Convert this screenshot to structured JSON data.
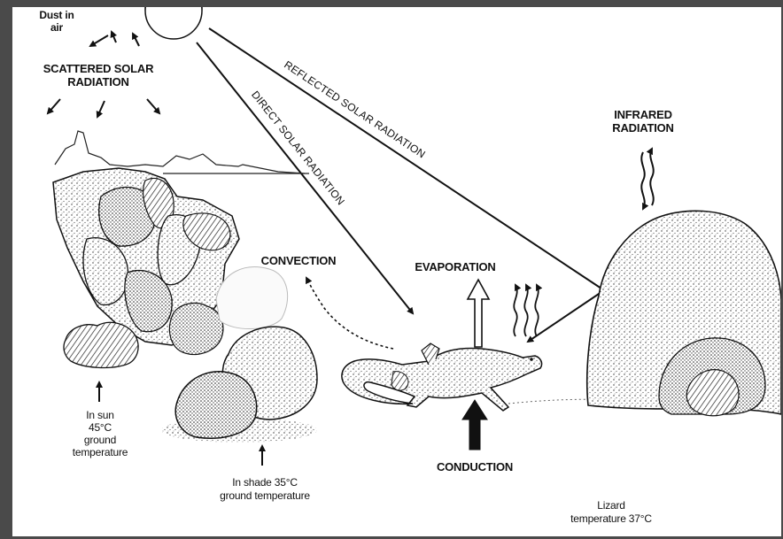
{
  "labels": {
    "dust": "Dust in air",
    "scattered": "SCATTERED SOLAR RADIATION",
    "reflected": "REFLECTED SOLAR RADIATION",
    "direct": "DIRECT SOLAR RADIATION",
    "infrared": "INFRARED RADIATION",
    "convection": "CONVECTION",
    "evaporation": "EVAPORATION",
    "conduction": "CONDUCTION",
    "sun_ground": "In sun 45°C ground temperature",
    "shade_ground": "In shade 35°C ground temperature",
    "lizard_temp": "Lizard temperature 37°C"
  },
  "label_lines": {
    "dust": [
      "Dust in",
      "air"
    ],
    "scattered": [
      "SCATTERED SOLAR",
      "RADIATION"
    ],
    "infrared": [
      "INFRARED",
      "RADIATION"
    ],
    "sun_ground": [
      "In sun",
      "45°C",
      "ground",
      "temperature"
    ],
    "shade_ground": [
      "In shade 35°C",
      "ground temperature"
    ],
    "lizard_temp": [
      "Lizard",
      "temperature 37°C"
    ]
  }
}
